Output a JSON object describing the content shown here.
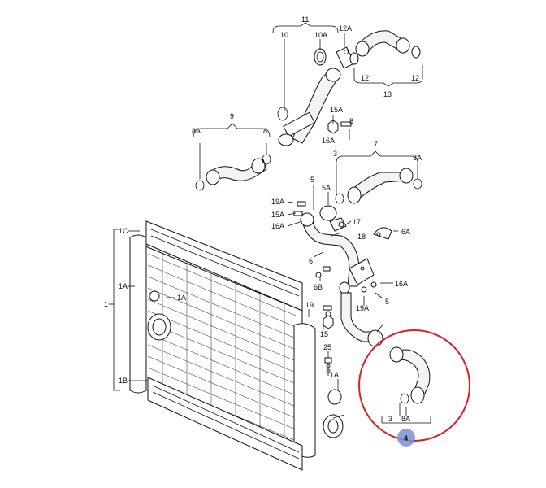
{
  "labels": {
    "l11": "11",
    "l10": "10",
    "l10A": "10A",
    "l12A": "12A",
    "l12a": "12",
    "l12b": "12",
    "l13": "13",
    "l15A_top": "15A",
    "l8_top": "8",
    "l16A_top": "16A",
    "l9": "9",
    "l8A_top": "8A",
    "l8_mid": "8",
    "l3_top": "3",
    "l7": "7",
    "l3A": "3A",
    "l5": "5",
    "l5A": "5A",
    "l19A_top": "19A",
    "l15A_mid": "15A",
    "l16A_mid": "16A",
    "l17": "17",
    "l18": "18",
    "l6A": "6A",
    "l6": "6",
    "l6B": "6B",
    "l16A_right": "16A",
    "l19A_right": "19A",
    "l5_right": "5",
    "l19": "19",
    "l15": "15",
    "l25": "25",
    "l1C": "1C",
    "l1A_left": "1A",
    "l1": "1",
    "l1A_inner": "1A",
    "l1B": "1B",
    "l1A_right": "1A",
    "l3_bottom": "3",
    "l8A_bottom": "8A",
    "l4": "4"
  },
  "highlight": {
    "circle_color": "#d81f26",
    "marker_color": "#7c8fd6"
  }
}
